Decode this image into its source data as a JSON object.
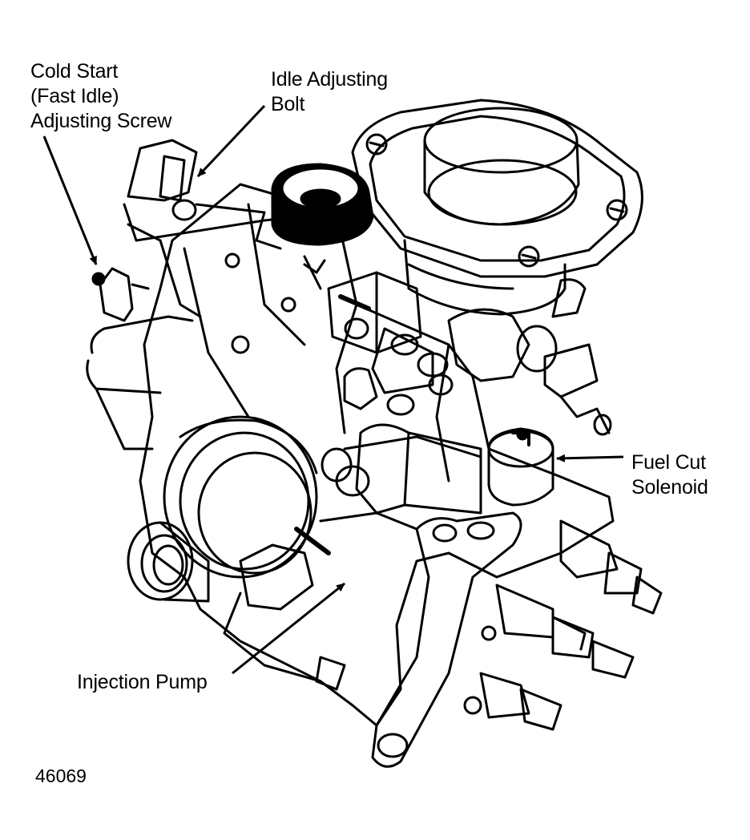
{
  "figure": {
    "number": "46069",
    "colors": {
      "ink": "#000000",
      "paper": "#ffffff"
    }
  },
  "callouts": {
    "cold_start": {
      "line1": "Cold Start",
      "line2": "(Fast Idle)",
      "line3": "Adjusting Screw"
    },
    "idle_bolt": {
      "line1": "Idle Adjusting",
      "line2": "Bolt"
    },
    "fuel_cut": {
      "line1": "Fuel Cut",
      "line2": "Solenoid"
    },
    "injection_pump": {
      "line1": "Injection Pump"
    }
  }
}
